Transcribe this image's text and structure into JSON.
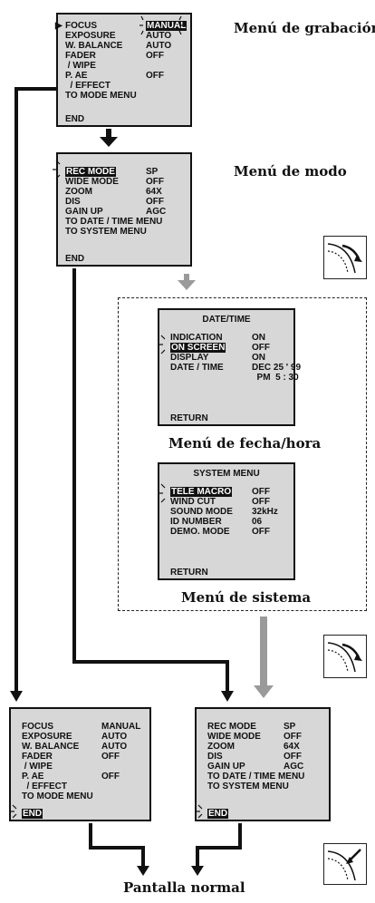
{
  "menus": {
    "recording": {
      "caption": "Menú de grabación",
      "rows": [
        {
          "label": "FOCUS",
          "value": "MANUAL"
        },
        {
          "label": "EXPOSURE",
          "value": "AUTO"
        },
        {
          "label": "W. BALANCE",
          "value": "AUTO"
        },
        {
          "label": "FADER",
          "value": "OFF"
        },
        {
          "label": " / WIPE",
          "value": ""
        },
        {
          "label": "P. AE",
          "value": "OFF"
        },
        {
          "label": "  / EFFECT",
          "value": ""
        },
        {
          "label": "TO MODE MENU",
          "value": ""
        }
      ],
      "end": "END"
    },
    "mode": {
      "caption": "Menú de modo",
      "rows": [
        {
          "label": "REC MODE",
          "value": "SP"
        },
        {
          "label": "WIDE MODE",
          "value": "OFF"
        },
        {
          "label": "ZOOM",
          "value": "64X"
        },
        {
          "label": "DIS",
          "value": "OFF"
        },
        {
          "label": "GAIN UP",
          "value": "AGC"
        },
        {
          "label": "TO DATE / TIME MENU",
          "value": ""
        },
        {
          "label": "TO SYSTEM MENU",
          "value": ""
        }
      ],
      "end": "END"
    },
    "datetime": {
      "caption": "Menú de fecha/hora",
      "title": "DATE/TIME",
      "rows": [
        {
          "label": "INDICATION",
          "value": "ON"
        },
        {
          "label": "ON SCREEN",
          "value": "OFF"
        },
        {
          "label": "DISPLAY",
          "value": "ON"
        },
        {
          "label": "DATE / TIME",
          "value": "DEC 25 ' 99"
        },
        {
          "label": "",
          "value": "  PM  5 : 30"
        }
      ],
      "end": "RETURN"
    },
    "system": {
      "caption": "Menú de sistema",
      "title": "SYSTEM MENU",
      "rows": [
        {
          "label": "TELE MACRO",
          "value": "OFF"
        },
        {
          "label": "WIND CUT",
          "value": "OFF"
        },
        {
          "label": "SOUND MODE",
          "value": "32kHz"
        },
        {
          "label": "ID NUMBER",
          "value": "06"
        },
        {
          "label": "DEMO. MODE",
          "value": "OFF"
        }
      ],
      "end": "RETURN"
    },
    "recording_end": {
      "rows": [
        {
          "label": "FOCUS",
          "value": "MANUAL"
        },
        {
          "label": "EXPOSURE",
          "value": "AUTO"
        },
        {
          "label": "W. BALANCE",
          "value": "AUTO"
        },
        {
          "label": "FADER",
          "value": "OFF"
        },
        {
          "label": " / WIPE",
          "value": ""
        },
        {
          "label": "P. AE",
          "value": "OFF"
        },
        {
          "label": "  / EFFECT",
          "value": ""
        },
        {
          "label": "TO MODE MENU",
          "value": ""
        }
      ],
      "end": "END"
    },
    "mode_end": {
      "rows": [
        {
          "label": "REC MODE",
          "value": "SP"
        },
        {
          "label": "WIDE MODE",
          "value": "OFF"
        },
        {
          "label": "ZOOM",
          "value": "64X"
        },
        {
          "label": "DIS",
          "value": "OFF"
        },
        {
          "label": "GAIN UP",
          "value": "AGC"
        },
        {
          "label": "TO DATE / TIME MENU",
          "value": ""
        },
        {
          "label": "TO SYSTEM MENU",
          "value": ""
        }
      ],
      "end": "END"
    }
  },
  "final_caption": "Pantalla normal",
  "icons": [
    "dial-rotate-icon",
    "dial-rotate-icon",
    "dial-press-icon"
  ]
}
